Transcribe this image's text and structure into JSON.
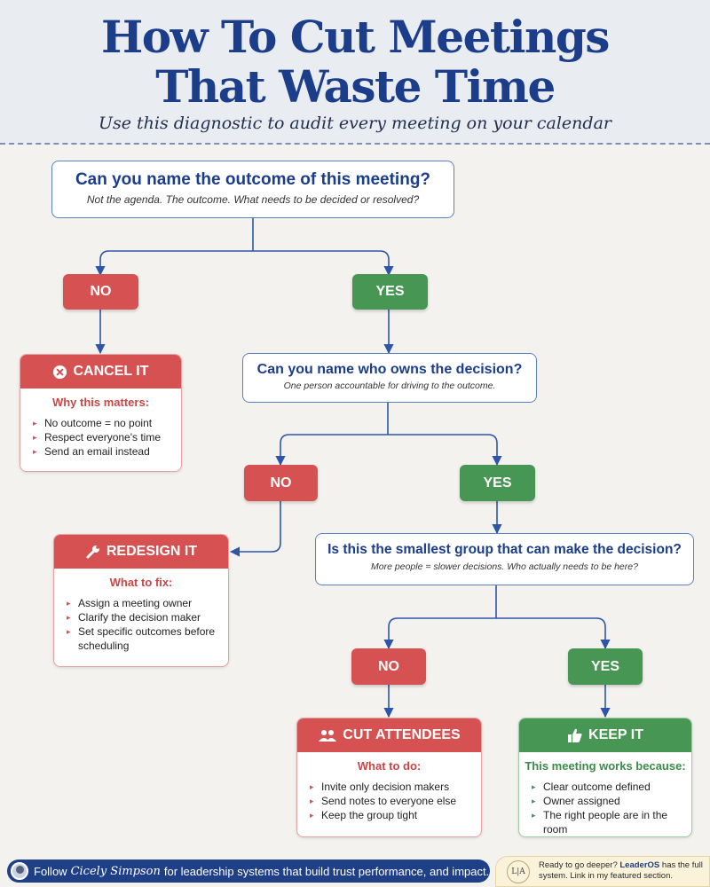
{
  "header": {
    "title_line1": "How To Cut Meetings",
    "title_line2": "That Waste Time",
    "subtitle": "Use this diagnostic to audit every meeting on your calendar"
  },
  "questions": {
    "q1": {
      "title": "Can you name the outcome of this meeting?",
      "sub": "Not the agenda. The outcome. What needs to be decided or resolved?"
    },
    "q2": {
      "title": "Can you name who owns the decision?",
      "sub": "One person accountable for driving to the outcome."
    },
    "q3": {
      "title": "Is this the smallest group that can make the decision?",
      "sub": "More people = slower decisions. Who actually needs to be here?"
    }
  },
  "answers": {
    "no": "NO",
    "yes": "YES"
  },
  "cards": {
    "cancel": {
      "title": "CANCEL IT",
      "icon": "x-circle-icon",
      "sub": "Why this matters:",
      "items": [
        "No outcome = no point",
        "Respect everyone's time",
        "Send an email instead"
      ]
    },
    "redesign": {
      "title": "REDESIGN IT",
      "icon": "wrench-icon",
      "sub": "What to fix:",
      "items": [
        "Assign a meeting owner",
        "Clarify the decision maker",
        "Set specific outcomes before scheduling"
      ]
    },
    "cut": {
      "title": "CUT ATTENDEES",
      "icon": "people-icon",
      "sub": "What to do:",
      "items": [
        "Invite only decision makers",
        "Send notes to everyone else",
        "Keep the group tight"
      ]
    },
    "keep": {
      "title": "KEEP IT",
      "icon": "thumbs-up-icon",
      "sub": "This meeting works because:",
      "items": [
        "Clear outcome defined",
        "Owner assigned",
        "The right people are in the room"
      ]
    }
  },
  "footer": {
    "follow_prefix": "Follow",
    "follow_name": "Cicely Simpson",
    "follow_suffix": "for leadership systems that build trust performance, and impact.",
    "logo_text": "L|A",
    "cta_prefix": "Ready to go deeper?",
    "cta_brand": "LeaderOS",
    "cta_suffix": "has the full system. Link in my featured section."
  },
  "colors": {
    "red": "#d65252",
    "green": "#489654",
    "navy": "#1b3d8a"
  }
}
